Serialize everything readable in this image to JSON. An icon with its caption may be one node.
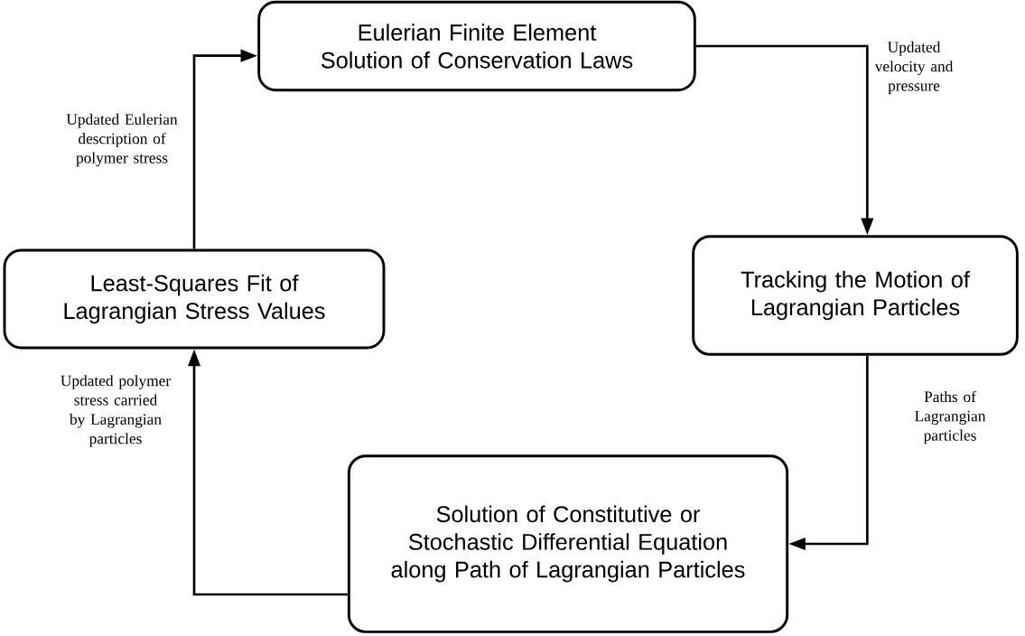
{
  "diagram": {
    "nodes": [
      {
        "text": [
          "Eulerian Finite Element Solution of Conservation Laws"
        ]
      },
      {
        "text": [
          "Tracking the Motion of Lagrangian Particles"
        ]
      },
      {
        "text": [
          "Solution of Constitutive or Stochastic Differential Equation along Path of Lagrangian Particles"
        ]
      },
      {
        "text": [
          "Least-Squares Fit of Lagrangian Stress Values"
        ]
      }
    ],
    "edges": [
      {
        "from": 0,
        "to": 1,
        "arrow": "to",
        "label": "Updated velocity and pressure"
      },
      {
        "from": 1,
        "to": 2,
        "arrow": "to",
        "label": "Paths of Lagrangian particles"
      },
      {
        "from": 2,
        "to": 3,
        "arrow": "to",
        "label": "Updated polymer stress carried by Lagrangian particles"
      },
      {
        "from": 3,
        "to": 0,
        "arrow": "to",
        "label": "Updated Eulerian description of polymer stress"
      }
    ]
  }
}
